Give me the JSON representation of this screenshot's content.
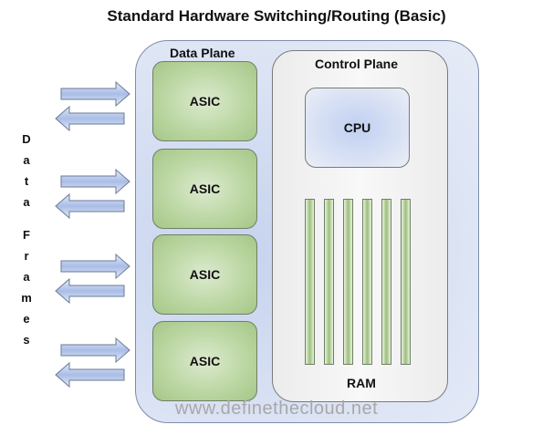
{
  "title": "Standard Hardware Switching/Routing (Basic)",
  "data_plane": {
    "label": "Data Plane",
    "asics": [
      "ASIC",
      "ASIC",
      "ASIC",
      "ASIC"
    ]
  },
  "control_plane": {
    "label": "Control Plane",
    "cpu_label": "CPU",
    "ram_label": "RAM",
    "ram_stick_count": 6
  },
  "side_label": {
    "word1": [
      "D",
      "a",
      "t",
      "a"
    ],
    "word2": [
      "F",
      "r",
      "a",
      "m",
      "e",
      "s"
    ]
  },
  "watermark": "www.definethecloud.net",
  "colors": {
    "asic_green": "#bcd7a3",
    "plane_blue": "#dbe3f4",
    "cpu_blue": "#c0d0f2",
    "arrow_blue": "#b9c9ea"
  }
}
